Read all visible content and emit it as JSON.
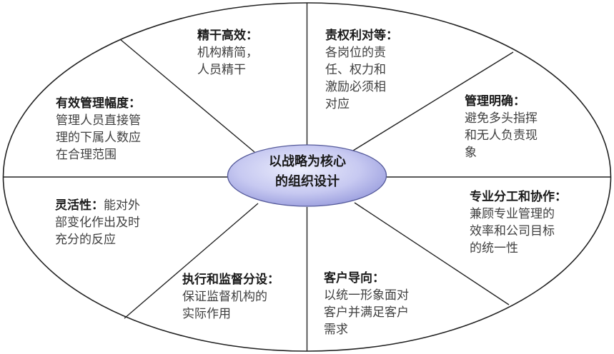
{
  "center": {
    "line1": "以战略为核心",
    "line2": "的组织设计"
  },
  "segments": [
    {
      "title": "精干高效：",
      "lines": [
        "机构精简，",
        "人员精干"
      ]
    },
    {
      "title": "责权利对等：",
      "lines": [
        "各岗位的责",
        "任、权力和",
        "激励必须相",
        "对应"
      ]
    },
    {
      "title": "管理明确：",
      "lines": [
        "避免多头指挥",
        "和无人负责现",
        "象"
      ]
    },
    {
      "title": "专业分工和协作：",
      "lines": [
        "兼顾专业管理的",
        "效率和公司目标",
        "的统一性"
      ]
    },
    {
      "title": "客户导向：",
      "lines": [
        "以统一形象面对",
        "客户并满足客户",
        "需求"
      ]
    },
    {
      "title": "执行和监督分设：",
      "lines": [
        "保证监督机构的",
        "实际作用"
      ]
    },
    {
      "title": "灵活性：",
      "lines": [
        "能对外",
        "部变化作出及时",
        "充分的反应"
      ]
    },
    {
      "title": "有效管理幅度：",
      "lines": [
        "管理人员直接管",
        "理的下属人数应",
        "在合理范围"
      ]
    }
  ],
  "colors": {
    "outline": "#222222",
    "center_fill_light": "#e4e6fb",
    "center_fill_dark": "#8c90d8",
    "center_stroke": "#555a9a"
  }
}
